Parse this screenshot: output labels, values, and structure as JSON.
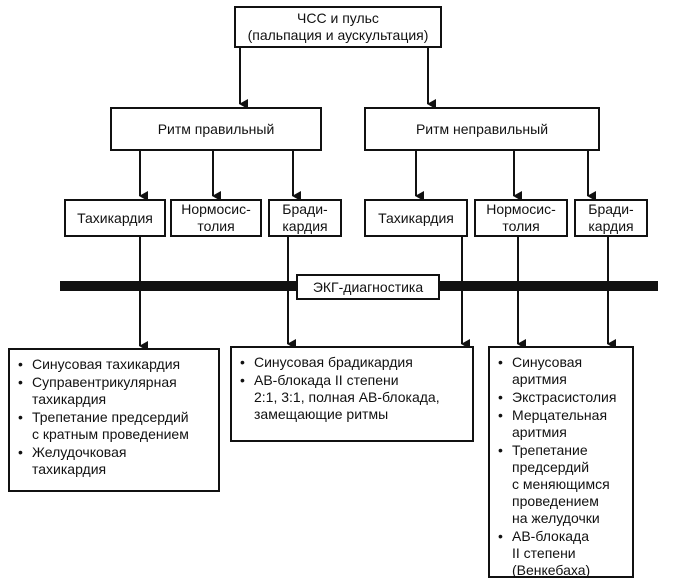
{
  "root": {
    "line1": "ЧСС и пульс",
    "line2": "(пальпация и аускультация)"
  },
  "rhythm": {
    "regular": "Ритм правильный",
    "irregular": "Ритм неправильный"
  },
  "rate_boxes": {
    "regular": [
      {
        "lines": [
          "Тахикардия"
        ]
      },
      {
        "lines": [
          "Нормосис-",
          "толия"
        ]
      },
      {
        "lines": [
          "Бради-",
          "кардия"
        ]
      }
    ],
    "irregular": [
      {
        "lines": [
          "Тахикардия"
        ]
      },
      {
        "lines": [
          "Нормосис-",
          "толия"
        ]
      },
      {
        "lines": [
          "Бради-",
          "кардия"
        ]
      }
    ]
  },
  "ecg_band": {
    "label": "ЭКГ-диагностика"
  },
  "bullet_char": "•",
  "result_boxes": {
    "tachy": [
      {
        "lines": [
          "Синусовая тахикардия"
        ]
      },
      {
        "lines": [
          "Суправентрикулярная",
          "тахикардия"
        ]
      },
      {
        "lines": [
          "Трепетание предсердий",
          "с кратным проведением"
        ]
      },
      {
        "lines": [
          "Желудочковая",
          "тахикардия"
        ]
      }
    ],
    "brady": [
      {
        "lines": [
          "Синусовая брадикардия"
        ]
      },
      {
        "lines": [
          "АВ-блокада II степени",
          "2:1, 3:1, полная АВ-блокада,",
          "замещающие ритмы"
        ]
      }
    ],
    "irregular": [
      {
        "lines": [
          "Синусовая аритмия"
        ]
      },
      {
        "lines": [
          "Экстрасистолия"
        ]
      },
      {
        "lines": [
          "Мерцательная",
          "аритмия"
        ]
      },
      {
        "lines": [
          "Трепетание",
          "предсердий",
          "с меняющимся",
          "проведением",
          "на желудочки"
        ]
      },
      {
        "lines": [
          "АВ-блокада",
          "II степени",
          "(Венкебаха)"
        ]
      }
    ]
  }
}
